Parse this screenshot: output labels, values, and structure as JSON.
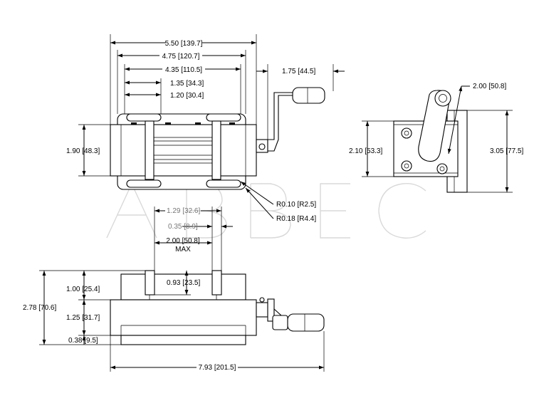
{
  "watermark": "ABBEC",
  "top_view": {
    "overall_width": "5.50 [139.7]",
    "slot_center_width": "4.75 [120.7]",
    "inner_width": "4.35 [110.5]",
    "slot_span": "1.35 [34.3]",
    "slot_spacing": "1.20 [30.4]",
    "handle_offset": "1.75 [44.5]",
    "body_height": "1.90 [48.3]",
    "radius_small": "R0.10 [R2.5]",
    "radius_large": "R0.18 [R4.4]"
  },
  "side_view": {
    "handle_length": "2.00 [50.8]",
    "mount_height": "2.10 [53.3]",
    "overall_height": "3.05 [77.5]"
  },
  "front_view": {
    "jaw_offset": "1.29 [32.6]",
    "jaw_thickness": "0.35 [8.9]",
    "max_opening": "2.00 [50.8]",
    "max_label": "MAX",
    "jaw_height": "1.00 [25.4]",
    "jaw_depth": "0.93 [23.5]",
    "body_height": "1.25 [31.7]",
    "overall_height": "2.78 [70.6]",
    "base_height": "0.38 [9.5]",
    "overall_length": "7.93 [201.5]"
  }
}
